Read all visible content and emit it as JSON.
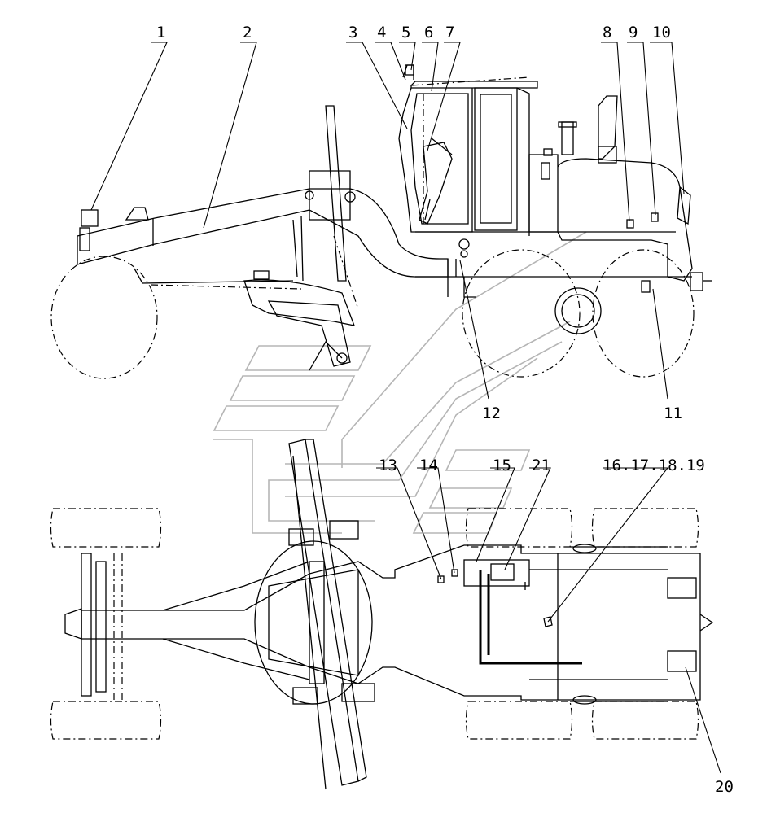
{
  "callouts": {
    "c1": "1",
    "c2": "2",
    "c3": "3",
    "c4": "4",
    "c5": "5",
    "c6": "6",
    "c7": "7",
    "c8": "8",
    "c9": "9",
    "c10": "10",
    "c11": "11",
    "c12": "12",
    "c13": "13",
    "c14": "14",
    "c15": "15",
    "c16": "16.17.18.19",
    "c20": "20",
    "c21": "21"
  },
  "colors": {
    "line": "#000000",
    "watermark": "#b5b5b5",
    "background": "#ffffff"
  }
}
